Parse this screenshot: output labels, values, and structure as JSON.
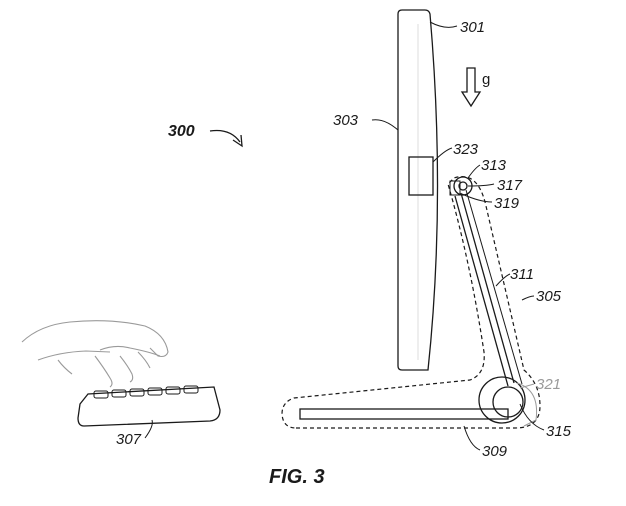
{
  "figure": {
    "caption": "FIG. 3",
    "gravity_label": "g",
    "labels": {
      "system": "300",
      "display": "301",
      "front": "303",
      "stand_outline": "305",
      "keyboard": "307",
      "base": "309",
      "arm": "311",
      "upper_hinge": "313",
      "lower_hinge": "315",
      "pivot_a": "317",
      "pivot_b": "319",
      "lower_pivot": "321",
      "mount": "323"
    }
  }
}
